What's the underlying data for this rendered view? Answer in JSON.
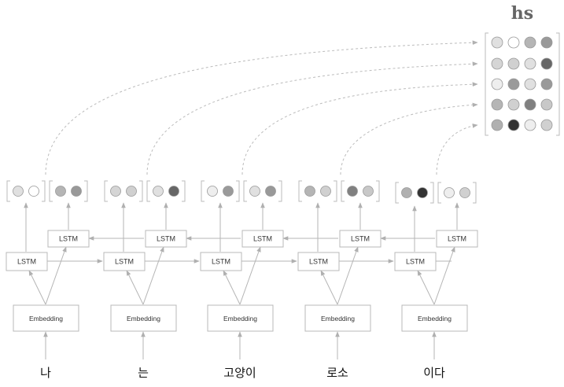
{
  "hs_label": "hs",
  "lstm_label": "LSTM",
  "embedding_label": "Embedding",
  "words": [
    "나",
    "는",
    "고양이",
    "로소",
    "이다"
  ],
  "output_cells": [
    [
      [
        "#e0e0e0",
        "#ffffff"
      ],
      [
        "#b5b5b5",
        "#999999"
      ]
    ],
    [
      [
        "#d5d5d5",
        "#d0d0d0"
      ],
      [
        "#e0e0e0",
        "#666666"
      ]
    ],
    [
      [
        "#eeeeee",
        "#9a9a9a"
      ],
      [
        "#e0e0e0",
        "#999999"
      ]
    ],
    [
      [
        "#b5b5b5",
        "#d0d0d0"
      ],
      [
        "#808080",
        "#c8c8c8"
      ]
    ],
    [
      [
        "#b0b0b0",
        "#333333"
      ],
      [
        "#eeeeee",
        "#d0d0d0"
      ]
    ]
  ],
  "hs_matrix": [
    [
      "#e0e0e0",
      "#ffffff",
      "#b5b5b5",
      "#999999"
    ],
    [
      "#d5d5d5",
      "#d0d0d0",
      "#e0e0e0",
      "#666666"
    ],
    [
      "#eeeeee",
      "#9a9a9a",
      "#e0e0e0",
      "#999999"
    ],
    [
      "#b5b5b5",
      "#d0d0d0",
      "#808080",
      "#c8c8c8"
    ],
    [
      "#b0b0b0",
      "#333333",
      "#eeeeee",
      "#d0d0d0"
    ]
  ]
}
